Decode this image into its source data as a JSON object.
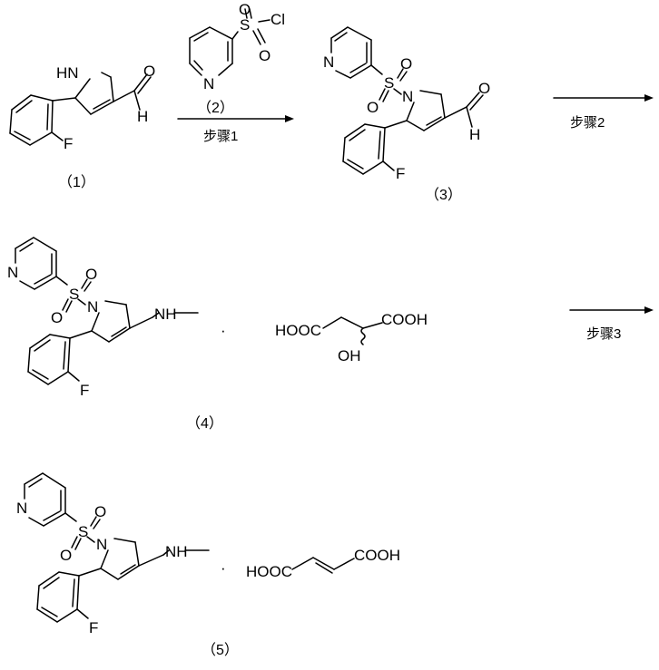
{
  "compounds": {
    "c1": {
      "label": "（1）"
    },
    "c2": {
      "label": "（2）"
    },
    "c3": {
      "label": "（3）"
    },
    "c4": {
      "label": "（4）"
    },
    "c5": {
      "label": "（5）"
    }
  },
  "steps": {
    "step1": "步骤1",
    "step2": "步骤2",
    "step3": "步骤3"
  },
  "atoms": {
    "HN": "HN",
    "N": "N",
    "O": "O",
    "H": "H",
    "F": "F",
    "S": "S",
    "Cl": "Cl",
    "NH": "NH",
    "OH": "OH",
    "HOOC": "HOOC",
    "COOH": "COOH"
  },
  "salt_dot": "·"
}
